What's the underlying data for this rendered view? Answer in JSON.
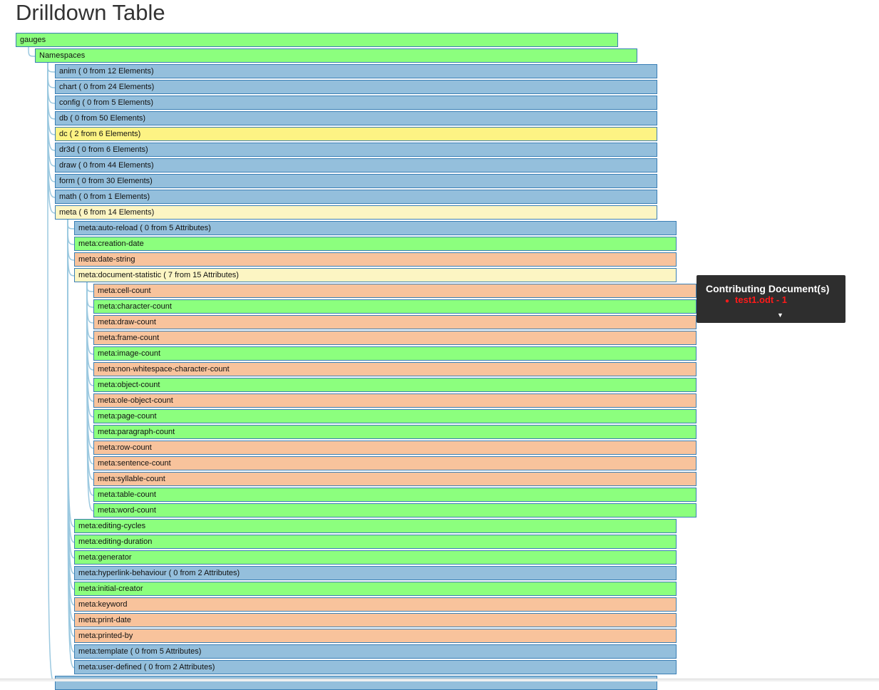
{
  "title": "Drilldown Table",
  "colors": {
    "green": "#8cff7e",
    "blue": "#94bfdc",
    "yellow": "#fdf384",
    "cream": "#fcf5c3",
    "salmon": "#f8c39c",
    "link": "#9cc9e0",
    "border": "#3a7fb5"
  },
  "tree": [
    {
      "label": "gauges",
      "depth": 0,
      "color": "green"
    },
    {
      "label": "Namespaces",
      "depth": 1,
      "color": "green"
    },
    {
      "label": "anim ( 0 from 12 Elements)",
      "depth": 2,
      "color": "blue"
    },
    {
      "label": "chart ( 0 from 24 Elements)",
      "depth": 2,
      "color": "blue"
    },
    {
      "label": "config ( 0 from 5 Elements)",
      "depth": 2,
      "color": "blue"
    },
    {
      "label": "db ( 0 from 50 Elements)",
      "depth": 2,
      "color": "blue"
    },
    {
      "label": "dc ( 2 from 6 Elements)",
      "depth": 2,
      "color": "yellow"
    },
    {
      "label": "dr3d ( 0 from 6 Elements)",
      "depth": 2,
      "color": "blue"
    },
    {
      "label": "draw ( 0 from 44 Elements)",
      "depth": 2,
      "color": "blue"
    },
    {
      "label": "form ( 0 from 30 Elements)",
      "depth": 2,
      "color": "blue"
    },
    {
      "label": "math ( 0 from 1 Elements)",
      "depth": 2,
      "color": "blue"
    },
    {
      "label": "meta ( 6 from 14 Elements)",
      "depth": 2,
      "color": "cream"
    },
    {
      "label": "meta:auto-reload ( 0 from 5 Attributes)",
      "depth": 3,
      "color": "blue"
    },
    {
      "label": "meta:creation-date",
      "depth": 3,
      "color": "green"
    },
    {
      "label": "meta:date-string",
      "depth": 3,
      "color": "salmon"
    },
    {
      "label": "meta:document-statistic ( 7 from 15 Attributes)",
      "depth": 3,
      "color": "cream"
    },
    {
      "label": "meta:cell-count",
      "depth": 4,
      "color": "salmon"
    },
    {
      "label": "meta:character-count",
      "depth": 4,
      "color": "green"
    },
    {
      "label": "meta:draw-count",
      "depth": 4,
      "color": "salmon"
    },
    {
      "label": "meta:frame-count",
      "depth": 4,
      "color": "salmon"
    },
    {
      "label": "meta:image-count",
      "depth": 4,
      "color": "green"
    },
    {
      "label": "meta:non-whitespace-character-count",
      "depth": 4,
      "color": "salmon"
    },
    {
      "label": "meta:object-count",
      "depth": 4,
      "color": "green"
    },
    {
      "label": "meta:ole-object-count",
      "depth": 4,
      "color": "salmon"
    },
    {
      "label": "meta:page-count",
      "depth": 4,
      "color": "green"
    },
    {
      "label": "meta:paragraph-count",
      "depth": 4,
      "color": "green"
    },
    {
      "label": "meta:row-count",
      "depth": 4,
      "color": "salmon"
    },
    {
      "label": "meta:sentence-count",
      "depth": 4,
      "color": "salmon"
    },
    {
      "label": "meta:syllable-count",
      "depth": 4,
      "color": "salmon"
    },
    {
      "label": "meta:table-count",
      "depth": 4,
      "color": "green"
    },
    {
      "label": "meta:word-count",
      "depth": 4,
      "color": "green"
    },
    {
      "label": "meta:editing-cycles",
      "depth": 3,
      "color": "green"
    },
    {
      "label": "meta:editing-duration",
      "depth": 3,
      "color": "green"
    },
    {
      "label": "meta:generator",
      "depth": 3,
      "color": "green"
    },
    {
      "label": "meta:hyperlink-behaviour ( 0 from 2 Attributes)",
      "depth": 3,
      "color": "blue"
    },
    {
      "label": "meta:initial-creator",
      "depth": 3,
      "color": "green"
    },
    {
      "label": "meta:keyword",
      "depth": 3,
      "color": "salmon"
    },
    {
      "label": "meta:print-date",
      "depth": 3,
      "color": "salmon"
    },
    {
      "label": "meta:printed-by",
      "depth": 3,
      "color": "salmon"
    },
    {
      "label": "meta:template ( 0 from 5 Attributes)",
      "depth": 3,
      "color": "blue"
    },
    {
      "label": "meta:user-defined ( 0 from 2 Attributes)",
      "depth": 3,
      "color": "blue"
    },
    {
      "label": "",
      "depth": 2,
      "color": "blue"
    }
  ],
  "tooltip": {
    "title": "Contributing Document(s)",
    "items": [
      "test1.odt - 1"
    ],
    "arrow": "▼"
  }
}
